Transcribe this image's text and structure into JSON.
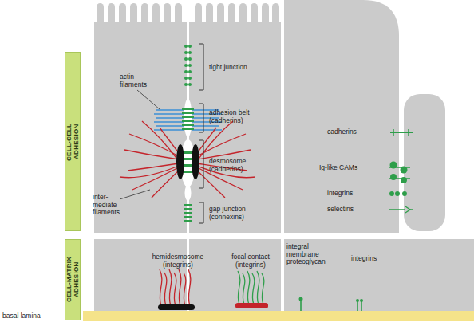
{
  "diagram": {
    "nodes": [
      {
        "text": [
          "CELL-CELL ADHESION"
        ]
      },
      {
        "text": [
          "CELL-MATRIX ADHESION"
        ]
      },
      {
        "text": [
          "basal lamina"
        ]
      }
    ],
    "labels": [
      "tight junction",
      "actin filaments",
      "adhesion belt (cadherins)",
      "desmosome (cadherins)",
      "inter- mediate filaments",
      "gap junction (connexins)",
      "cadherins",
      "Ig-like CAMs",
      "integrins",
      "selectins",
      "hemidesmosome (integrins)",
      "focal contact (integrins)",
      "integral membrane proteoglycan",
      "integrins"
    ]
  }
}
